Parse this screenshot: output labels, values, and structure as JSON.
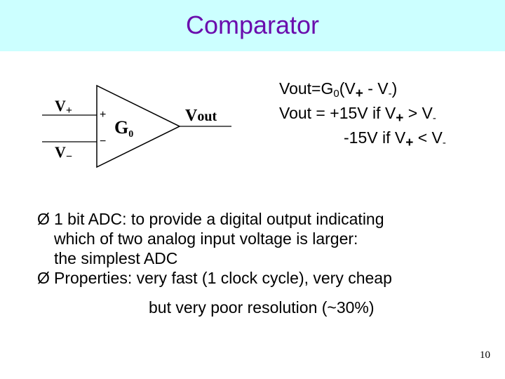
{
  "title": "Comparator",
  "diagram": {
    "input_plus_label": "V",
    "input_plus_sub": "+",
    "input_minus_label": "V",
    "input_minus_sub": "−",
    "plus_sign": "+",
    "minus_sign": "−",
    "gain_label": "G",
    "gain_sub": "0",
    "output_label": "V",
    "output_sub": "out"
  },
  "equations": {
    "line1": {
      "a": "Vout=G",
      "b": "0",
      "c": "(V",
      "d": "+",
      "e": " - V",
      "f": "-",
      "g": ")"
    },
    "line2": {
      "a": "Vout = +15V if V",
      "b": "+",
      "c": " > V",
      "d": "-"
    },
    "line3": {
      "a": "-15V if V",
      "b": "+",
      "c": " < V",
      "d": "-"
    }
  },
  "bullets": [
    {
      "arrow": "Ø",
      "lines": [
        "1 bit ADC: to provide a digital output indicating",
        "which of two analog input voltage is larger:",
        "the simplest ADC"
      ]
    },
    {
      "arrow": "Ø",
      "lines": [
        "Properties: very fast (1 clock cycle), very cheap",
        "but very poor resolution (~30%)"
      ]
    }
  ],
  "page_number": "10"
}
